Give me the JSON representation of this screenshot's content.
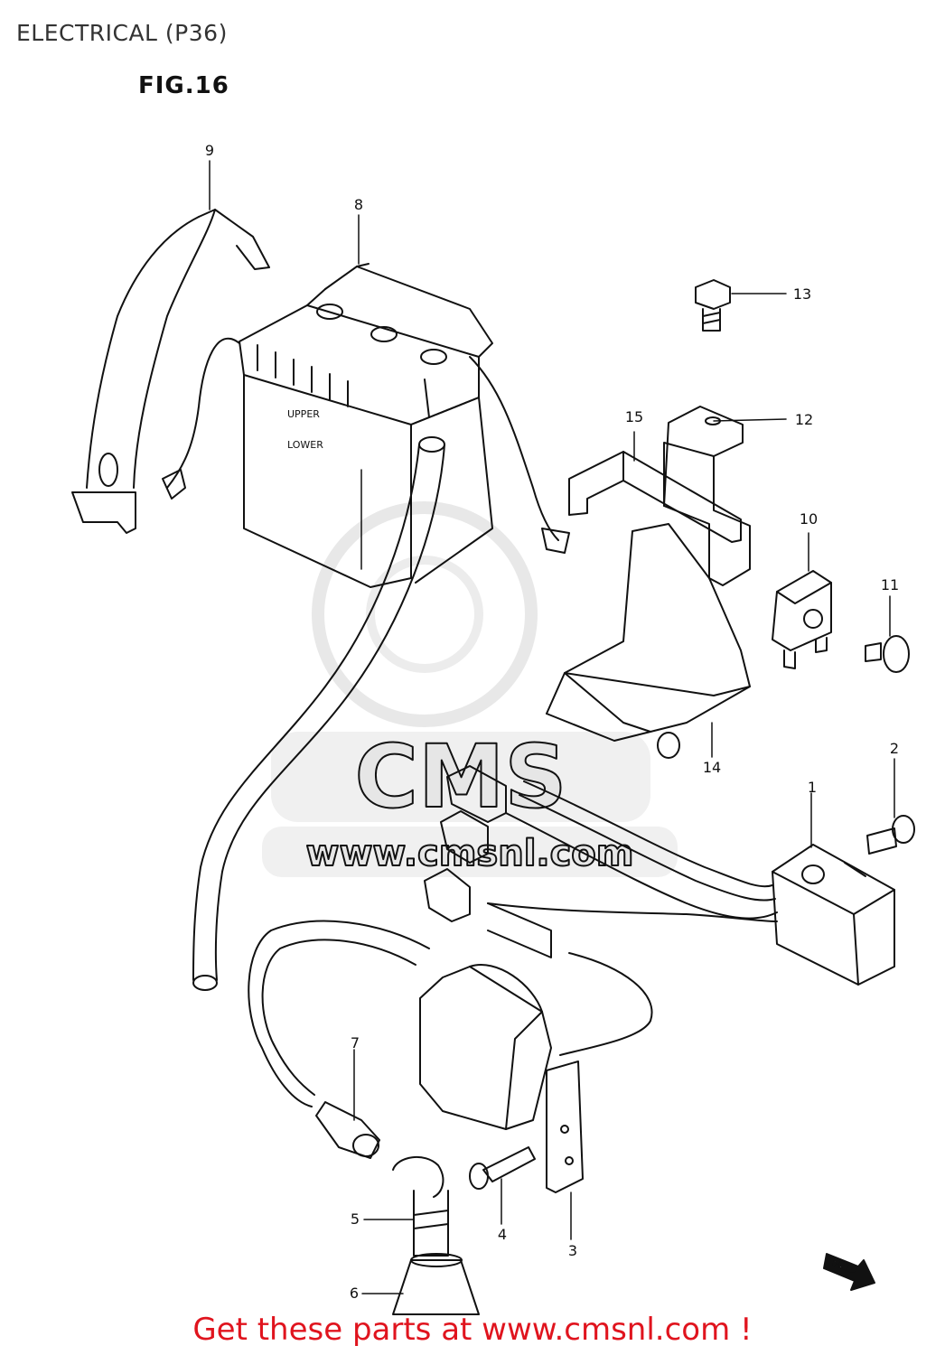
{
  "page_title": "ELECTRICAL (P36)",
  "figure_label": "FIG.16",
  "footer_text": "Get these parts at www.cmsnl.com !",
  "watermark": {
    "brand": "CMS",
    "url": "www.cmsnl.com"
  },
  "fwd_marker": "FWD",
  "battery_marks": {
    "upper": "UPPER",
    "lower": "LOWER"
  },
  "callouts": [
    {
      "id": "callout-1",
      "label": "1"
    },
    {
      "id": "callout-2",
      "label": "2"
    },
    {
      "id": "callout-3",
      "label": "3"
    },
    {
      "id": "callout-4",
      "label": "4"
    },
    {
      "id": "callout-5",
      "label": "5"
    },
    {
      "id": "callout-6",
      "label": "6"
    },
    {
      "id": "callout-7",
      "label": "7"
    },
    {
      "id": "callout-8",
      "label": "8"
    },
    {
      "id": "callout-9",
      "label": "9"
    },
    {
      "id": "callout-10",
      "label": "10"
    },
    {
      "id": "callout-11",
      "label": "11"
    },
    {
      "id": "callout-12",
      "label": "12"
    },
    {
      "id": "callout-13",
      "label": "13"
    },
    {
      "id": "callout-14",
      "label": "14"
    },
    {
      "id": "callout-15",
      "label": "15"
    }
  ],
  "colors": {
    "line": "#111111",
    "footer": "#e0141e",
    "watermark": "#e6e6e6"
  }
}
